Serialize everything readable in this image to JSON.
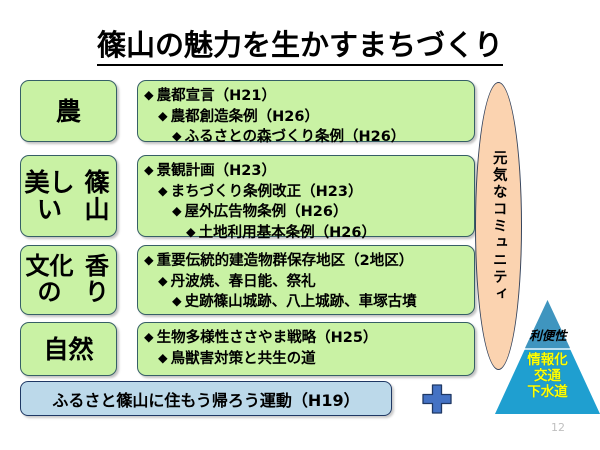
{
  "slide": {
    "title": "篠山の魅力を生かすまちづくり",
    "page_number": "12",
    "colors": {
      "green_fill": "#c9f2a4",
      "green_border": "#365f66",
      "blue_fill": "#bcd9ea",
      "blue_border": "#1f3864",
      "oval_fill": "#fbd3b0",
      "oval_border": "#34435c",
      "triangle_top": "#4f9ec4",
      "triangle_bottom": "#1f9fd0",
      "triangle_text": "#ffff00",
      "plus_fill": "#4472c4",
      "page_number_color": "#bfbfbf"
    }
  },
  "categories": [
    {
      "label": "農"
    },
    {
      "label": "美しい\n篠山",
      "lines": [
        "美しい",
        "篠山"
      ]
    },
    {
      "label": "文化の\n香り",
      "lines": [
        "文化の",
        "香り"
      ]
    },
    {
      "label": "自然"
    }
  ],
  "content_boxes": [
    {
      "category": "農",
      "items": [
        {
          "indent": 0,
          "bullet": "◆",
          "text": "農都宣言（H21）"
        },
        {
          "indent": 1,
          "bullet": "◆",
          "text": "農都創造条例（H26）"
        },
        {
          "indent": 2,
          "bullet": "◆",
          "text": "ふるさとの森づくり条例（H26）"
        }
      ]
    },
    {
      "category": "美しい篠山",
      "items": [
        {
          "indent": 0,
          "bullet": "◆",
          "text": "景観計画（H23）"
        },
        {
          "indent": 1,
          "bullet": "◆",
          "text": "まちづくり条例改正（H23）"
        },
        {
          "indent": 2,
          "bullet": "◆",
          "text": "屋外広告物条例（H26）"
        },
        {
          "indent": 3,
          "bullet": "◆",
          "text": "土地利用基本条例（H26）"
        }
      ]
    },
    {
      "category": "文化の香り",
      "items": [
        {
          "indent": 0,
          "bullet": "◆",
          "text": "重要伝統的建造物群保存地区（2地区）"
        },
        {
          "indent": 1,
          "bullet": "◆",
          "text": "丹波焼、春日能、祭礼"
        },
        {
          "indent": 2,
          "bullet": "◆",
          "text": "史跡篠山城跡、八上城跡、車塚古墳"
        }
      ]
    },
    {
      "category": "自然",
      "items": [
        {
          "indent": 0,
          "bullet": "◆",
          "text": "生物多様性ささやま戦略（H25）"
        },
        {
          "indent": 1,
          "bullet": "◆",
          "text": "鳥獣害対策と共生の道"
        }
      ]
    }
  ],
  "oval": {
    "text": "元気なコミュニティ"
  },
  "bottom_bar": {
    "text": "ふるさと篠山に住もう帰ろう運動（H19）"
  },
  "plus": {
    "symbol": "+"
  },
  "triangle": {
    "label": "利便性",
    "words": [
      "情報化",
      "交通",
      "下水道"
    ]
  }
}
